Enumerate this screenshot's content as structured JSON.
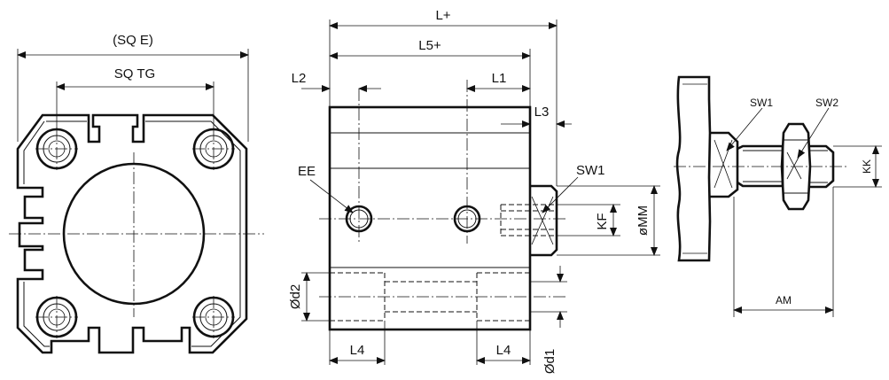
{
  "labels": {
    "sq_e": "(SQ E)",
    "sq_tg": "SQ TG",
    "l_plus": "L+",
    "l5_plus": "L5+",
    "l2": "L2",
    "l1": "L1",
    "l3": "L3",
    "ee": "EE",
    "sw1_mid": "SW1",
    "kf": "KF",
    "mm": "øMM",
    "d2": "Ød2",
    "l4_left": "L4",
    "l4_right": "L4",
    "d1": "Ød1",
    "sw1_right": "SW1",
    "sw2": "SW2",
    "kk": "KK",
    "am": "AM"
  }
}
